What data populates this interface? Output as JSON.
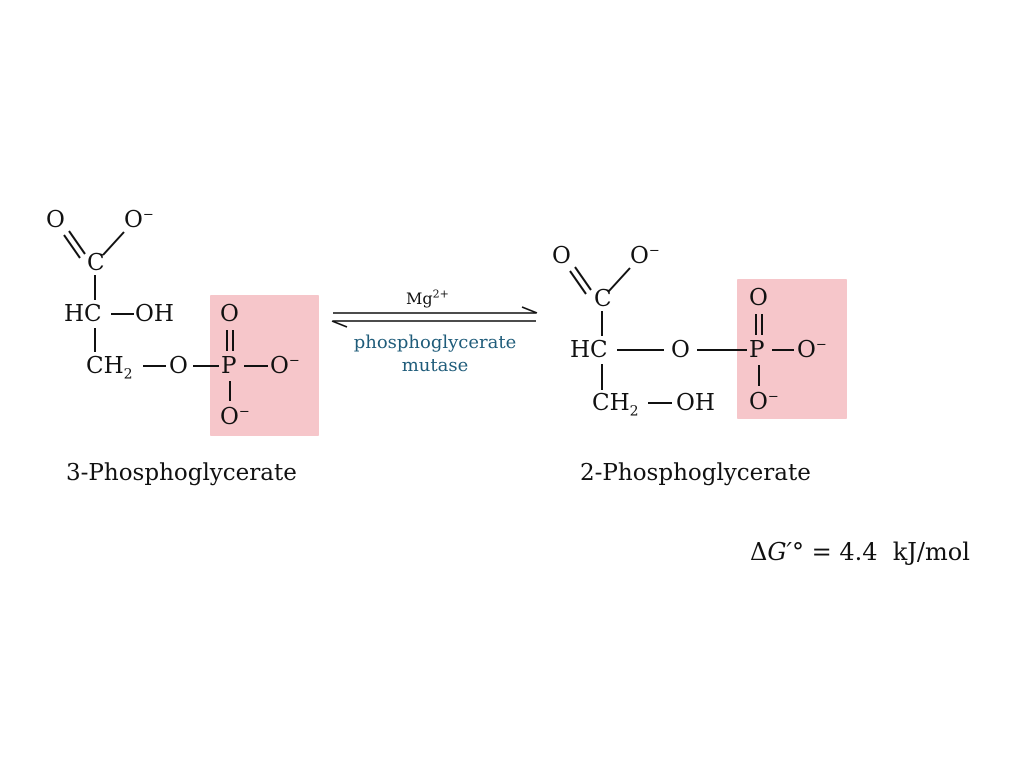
{
  "colors": {
    "phosphate_highlight": "#f6c6ca",
    "enzyme_text": "#1f5c7a",
    "ink": "#111111"
  },
  "reactant": {
    "name": "3-Phosphoglycerate",
    "atoms": {
      "o_carbonyl": "O",
      "o_carboxylate": "O",
      "o_carboxylate_charge": "−",
      "c": "C",
      "hc": "HC",
      "oh": "OH",
      "ch2": "CH",
      "ch2_sub": "2",
      "o_bridge": "O",
      "p": "P",
      "o_double": "O",
      "o_right": "O",
      "o_right_charge": "−",
      "o_bottom": "O",
      "o_bottom_charge": "−"
    }
  },
  "product": {
    "name": "2-Phosphoglycerate",
    "atoms": {
      "o_carbonyl": "O",
      "o_carboxylate": "O",
      "o_carboxylate_charge": "−",
      "c": "C",
      "hc": "HC",
      "o_bridge": "O",
      "p": "P",
      "o_double": "O",
      "o_right": "O",
      "o_right_charge": "−",
      "o_bottom": "O",
      "o_bottom_charge": "−",
      "ch2": "CH",
      "ch2_sub": "2",
      "oh": "OH"
    }
  },
  "reaction": {
    "cofactor": "Mg",
    "cofactor_charge": "2+",
    "enzyme_line1": "phosphoglycerate",
    "enzyme_line2": "mutase"
  },
  "energy": {
    "delta": "Δ",
    "symbol": "G′°",
    "rest": " = 4.4  kJ/mol"
  }
}
